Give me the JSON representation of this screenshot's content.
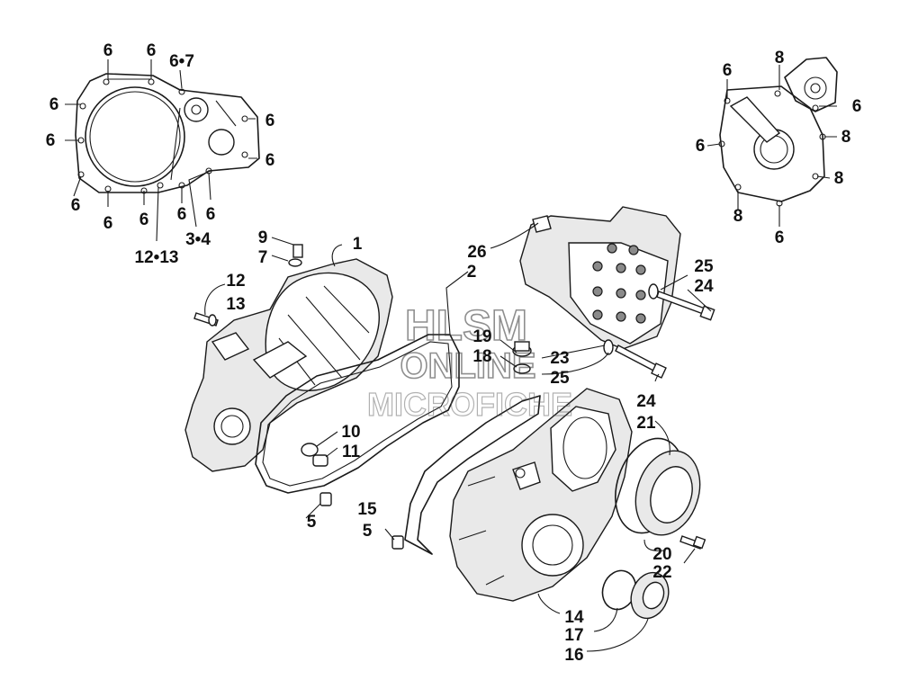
{
  "watermark": {
    "line1": "HLSM",
    "line2": "ONLINE",
    "line3": "MICROFICHE"
  },
  "callouts": {
    "c1": "1",
    "c2": "2",
    "c5a": "5",
    "c5b": "5",
    "c7": "7",
    "c9": "9",
    "c10": "10",
    "c11": "11",
    "c12": "12",
    "c13": "13",
    "c14": "14",
    "c15": "15",
    "c16": "16",
    "c17": "17",
    "c18": "18",
    "c19": "19",
    "c20": "20",
    "c21": "21",
    "c22": "22",
    "c23": "23",
    "c24a": "24",
    "c24b": "24",
    "c25a": "25",
    "c25b": "25",
    "c26": "26",
    "tl_6a": "6",
    "tl_6b": "6",
    "tl_67": "6•7",
    "tl_6c": "6",
    "tl_6d": "6",
    "tl_6e": "6",
    "tl_6f": "6",
    "tl_6g": "6",
    "tl_6h": "6",
    "tl_6i": "6",
    "tl_6j": "6",
    "tl_6k": "6",
    "tl_34": "3•4",
    "tl_1213": "12•13",
    "tr_6a": "6",
    "tr_8a": "8",
    "tr_6b": "6",
    "tr_6c": "6",
    "tr_8b": "8",
    "tr_8c": "8",
    "tr_8d": "8",
    "tr_6d": "6"
  }
}
